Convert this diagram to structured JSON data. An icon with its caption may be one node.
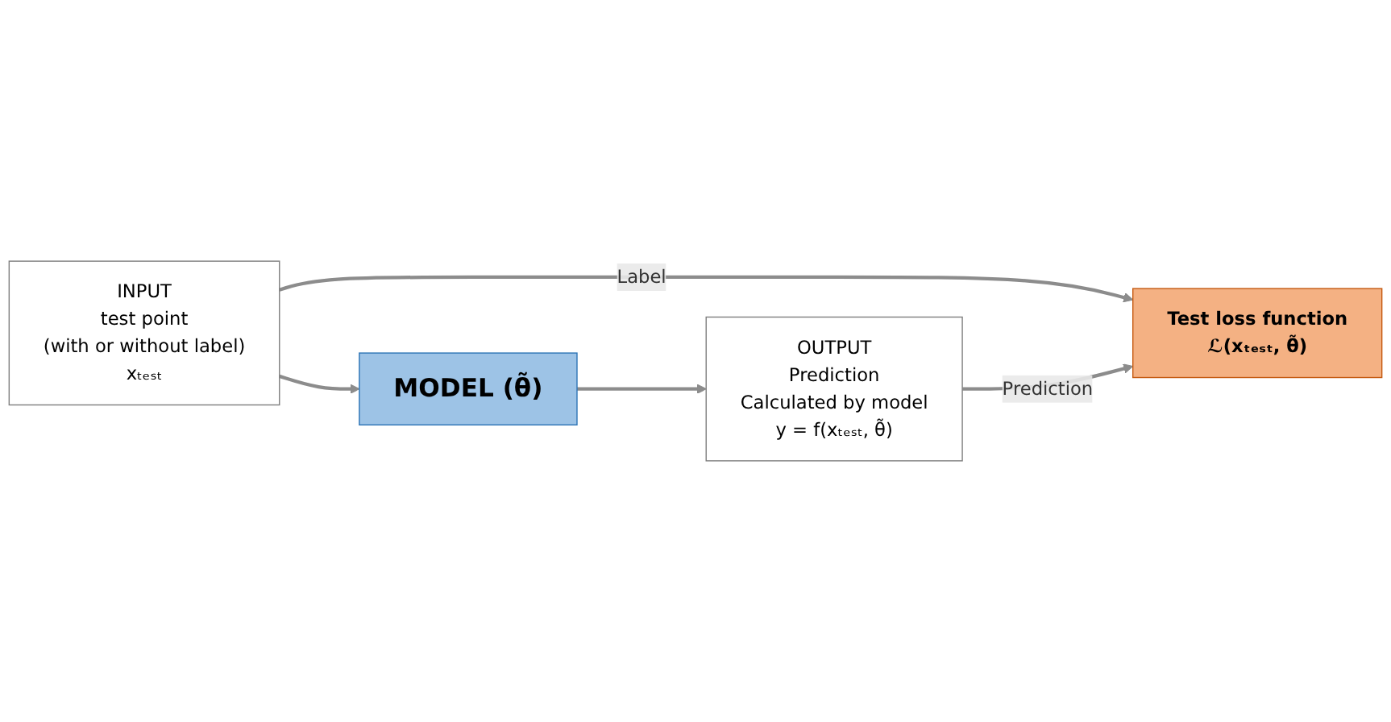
{
  "diagram": {
    "nodes": [
      {
        "text": [
          "Test loss function",
          "ℒ(xₜₑₛₜ, θ̃)"
        ]
      },
      {
        "text": [
          "INPUT",
          "test point",
          "(with or without label)",
          "xₜₑₛₜ"
        ]
      },
      {
        "text": [
          "MODEL (θ̃)"
        ]
      },
      {
        "text": [
          "OUTPUT",
          "Prediction",
          "Calculated by model",
          "y = f(xₜₑₛₜ, θ̃)"
        ]
      }
    ],
    "edges": [
      {
        "from": 1,
        "to": 0,
        "arrow": "to",
        "label": "Label"
      },
      {
        "from": 3,
        "to": 0,
        "arrow": "to",
        "label": "Prediction"
      },
      {
        "from": 1,
        "to": 2,
        "arrow": "to"
      },
      {
        "from": 2,
        "to": 3,
        "arrow": "to"
      }
    ]
  }
}
